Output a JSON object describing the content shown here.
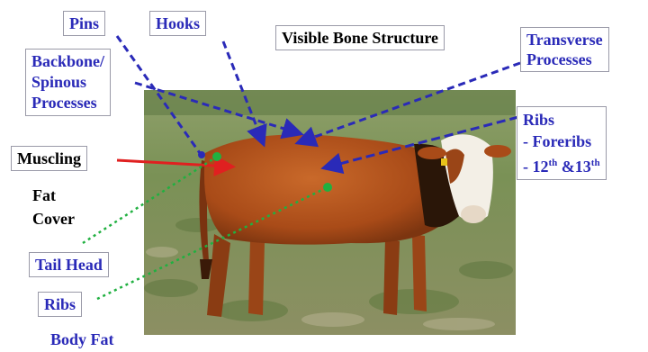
{
  "title": "Visible Bone Structure",
  "labels": {
    "pins": "Pins",
    "hooks": "Hooks",
    "backbone_1": "Backbone/",
    "backbone_2": "Spinous",
    "backbone_3": "Processes",
    "transverse_1": "Transverse",
    "transverse_2": "Processes",
    "ribs_bone_1": "Ribs",
    "ribs_bone_2": "- Foreribs",
    "ribs_bone_3": "- 12",
    "ribs_bone_3_sup1": "th",
    "ribs_bone_3_mid": " &13",
    "ribs_bone_3_sup2": "th",
    "muscling": "Muscling",
    "fat_cover_1": "Fat",
    "fat_cover_2": "Cover",
    "tail_head": "Tail Head",
    "ribs_fat": "Ribs",
    "body_fat": "Body Fat"
  },
  "colors": {
    "bone_arrows": "#2a2ab8",
    "muscle_arrow": "#e02020",
    "fat_lines": "#20b040",
    "cow_body": "#b5561f",
    "cow_face": "#f3efe6"
  }
}
